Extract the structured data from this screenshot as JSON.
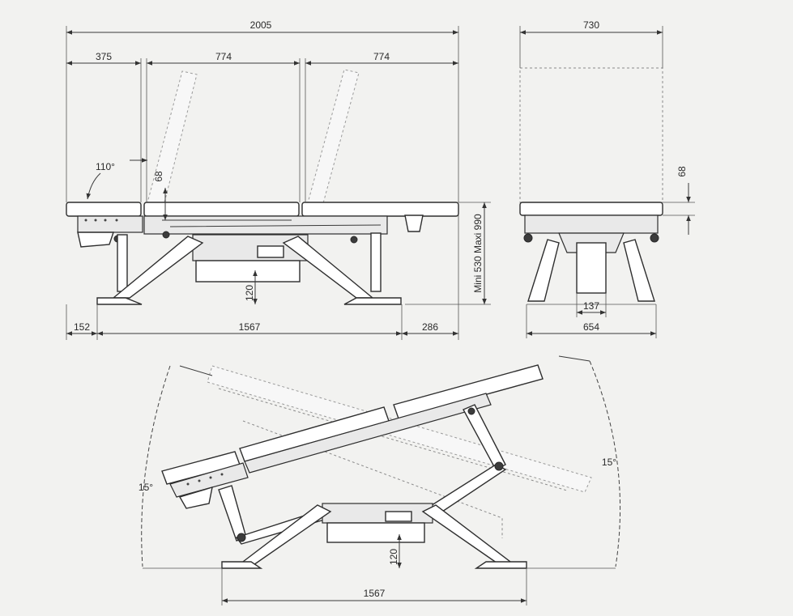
{
  "side_view": {
    "dim_total_length": "2005",
    "dim_head_section": "375",
    "dim_middle_section": "774",
    "dim_foot_section": "774",
    "dim_backrest_angle": "110°",
    "dim_pad_thickness": "68",
    "dim_height_range": "Mini 530  Maxi 990",
    "dim_ground_clearance": "120",
    "dim_left_overhang": "152",
    "dim_base_length": "1567",
    "dim_right_overhang": "286"
  },
  "end_view": {
    "dim_width": "730",
    "dim_pad_thickness": "68",
    "dim_column": "137",
    "dim_base_width": "654"
  },
  "tilt_view": {
    "dim_left_angle": "15°",
    "dim_right_angle": "15°",
    "dim_ground_clearance": "120",
    "dim_base_length": "1567"
  }
}
